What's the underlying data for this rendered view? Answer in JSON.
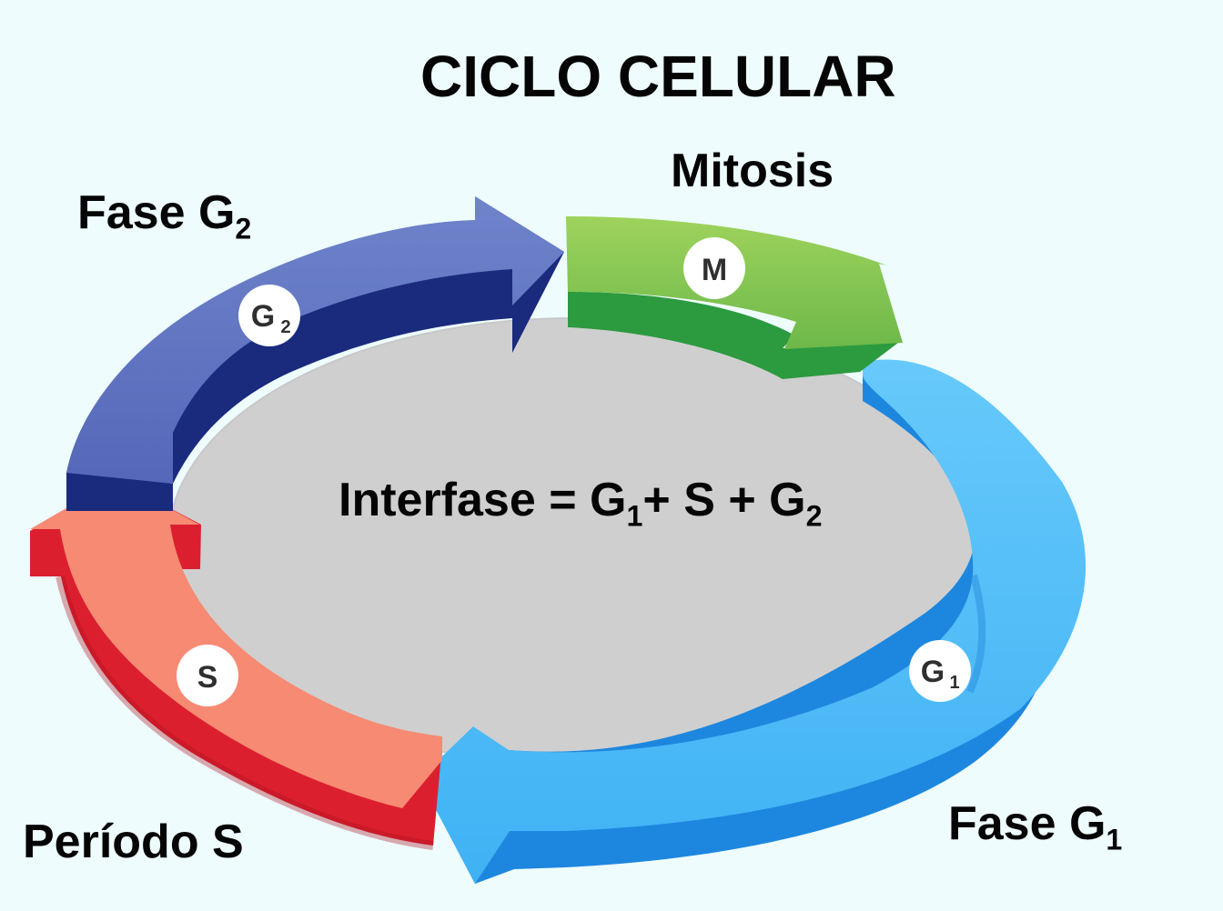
{
  "title": "CICLO CELULAR",
  "phases": {
    "mitosis": {
      "label": "Mitosis",
      "badge": "M",
      "color": "#8bc34a"
    },
    "g2": {
      "label": "Fase G",
      "sub": "2",
      "badge": "G",
      "badge_sub": "2",
      "color": "#5f73c2"
    },
    "s": {
      "label": "Período S",
      "badge": "S",
      "color": "#f88771"
    },
    "g1": {
      "label": "Fase G",
      "sub": "1",
      "badge": "G",
      "badge_sub": "1",
      "color": "#59c3f7"
    }
  },
  "interfase": {
    "prefix": "Interfase = G",
    "sub1": "1",
    "middle": "+ S + G",
    "sub2": "2"
  }
}
